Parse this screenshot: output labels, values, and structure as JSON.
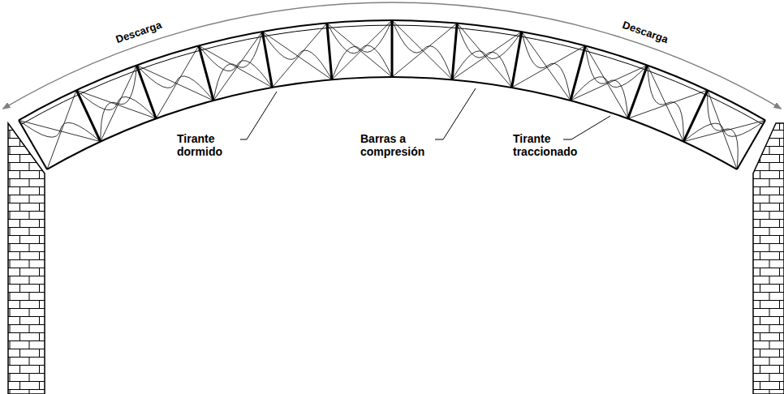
{
  "diagram": {
    "labels": [
      "Descarga",
      "Descarga",
      "Tirante dormido",
      "Barras a compresión",
      "Tirante traccionado"
    ]
  }
}
